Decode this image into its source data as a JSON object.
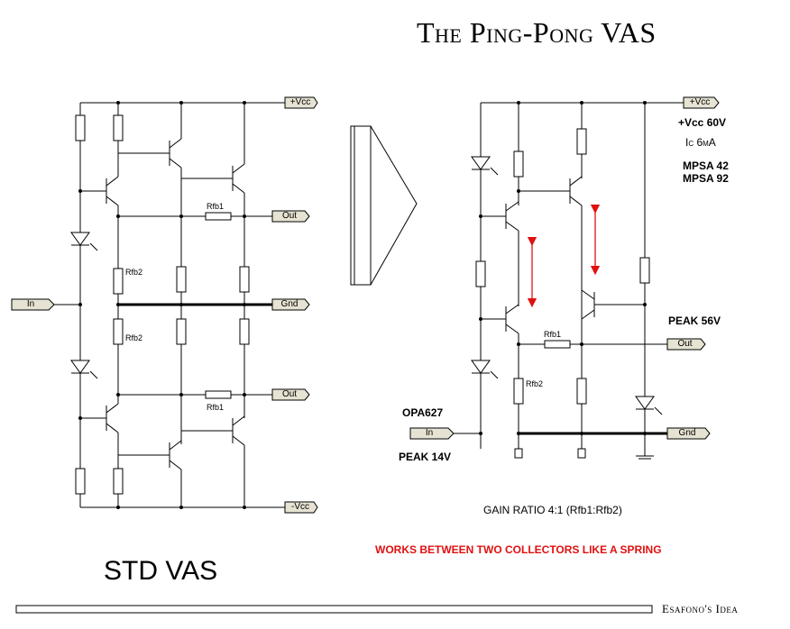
{
  "title": "The Ping-Pong VAS",
  "std_label": "STD VAS",
  "footer": "Esafono's Idea",
  "specs": {
    "vcc": "+Vcc 60V",
    "ic": "Ic   6mA",
    "t1": "MPSA 42",
    "t2": "MPSA 92"
  },
  "peak_out": "PEAK 56V",
  "opamp": "OPA627",
  "peak_in": "PEAK 14V",
  "gain_ratio": "GAIN RATIO 4:1 (Rfb1:Rfb2)",
  "spring_note": "WORKS BETWEEN TWO COLLECTORS LIKE A SPRING",
  "left_ports": {
    "vcc_pos": "+Vcc",
    "out_top": "Out",
    "in": "In",
    "gnd": "Gnd",
    "out_bot": "Out",
    "vcc_neg": "-Vcc"
  },
  "left_labels": {
    "rfb1_top": "Rfb1",
    "rfb2_top": "Rfb2",
    "rfb2_bot": "Rfb2",
    "rfb1_bot": "Rfb1"
  },
  "right_ports": {
    "vcc": "+Vcc",
    "out": "Out",
    "in": "In",
    "gnd": "Gnd"
  },
  "right_labels": {
    "rfb1": "Rfb1",
    "rfb2": "Rfb2"
  },
  "colors": {
    "accent_red": "#e01010",
    "port_fill": "#e6e3d3"
  }
}
